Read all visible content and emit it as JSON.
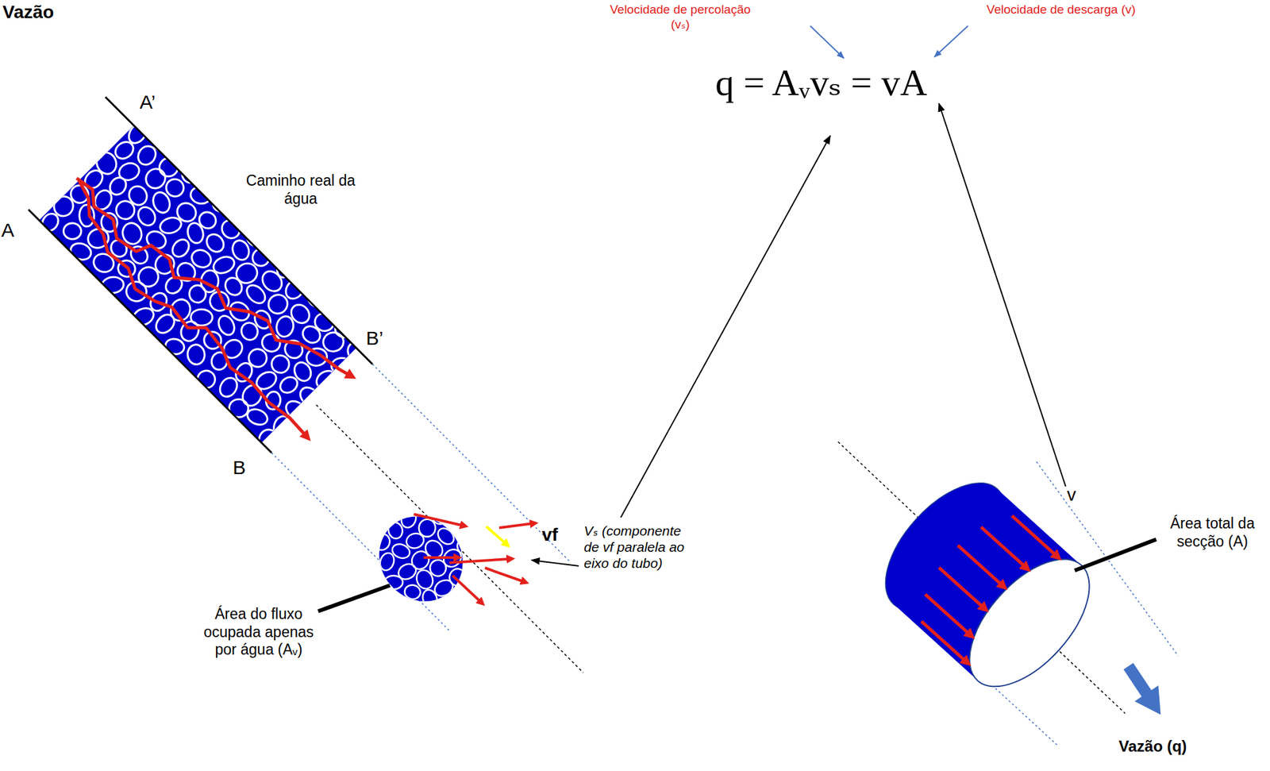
{
  "diagram": {
    "title": "Vazão",
    "labels": [
      "Velocidade de percolação (vₛ)",
      "Velocidade de descarga (v)",
      "q = Aᵥvₛ = vA",
      "A’",
      "A",
      "Caminho real da água",
      "B’",
      "B",
      "vf",
      "Vₛ (componente de vf paralela ao eixo do tubo)",
      "Área do fluxo ocupada apenas por água (Aᵥ)",
      "v",
      "Área total da secção (A)",
      "Vazão (q)"
    ]
  }
}
